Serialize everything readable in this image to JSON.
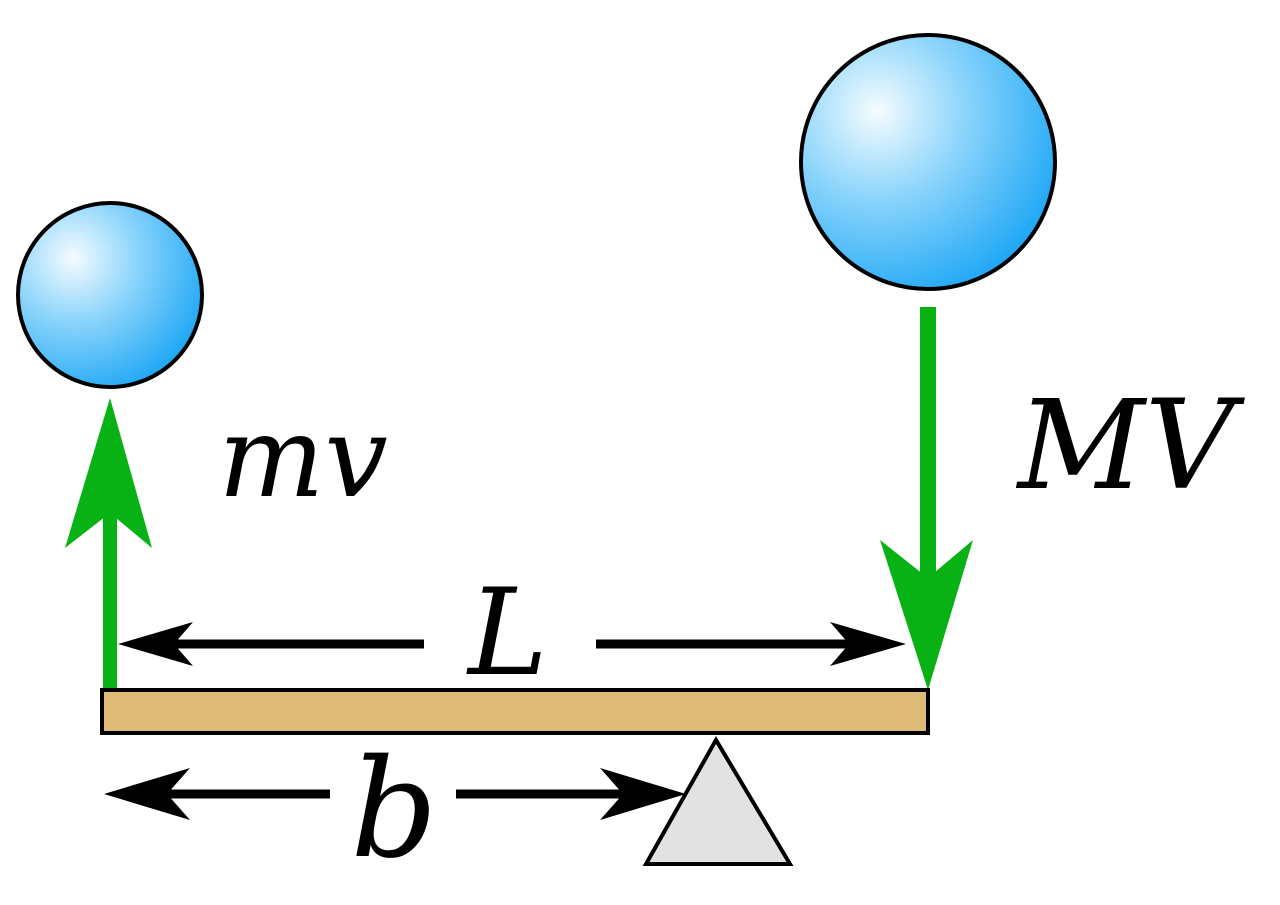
{
  "labels": {
    "small_momentum": "mv",
    "large_momentum": "MV",
    "lever_length": "L",
    "pivot_distance": "b"
  },
  "colors": {
    "arrow_green": "#08b214",
    "beam_fill": "#ddbb77",
    "pivot_fill": "#e2e2e2",
    "ball_highlight": "#f5fcff",
    "ball_mid": "#8ad4fb",
    "ball_edge": "#1ea7f5",
    "outline": "#000000"
  }
}
